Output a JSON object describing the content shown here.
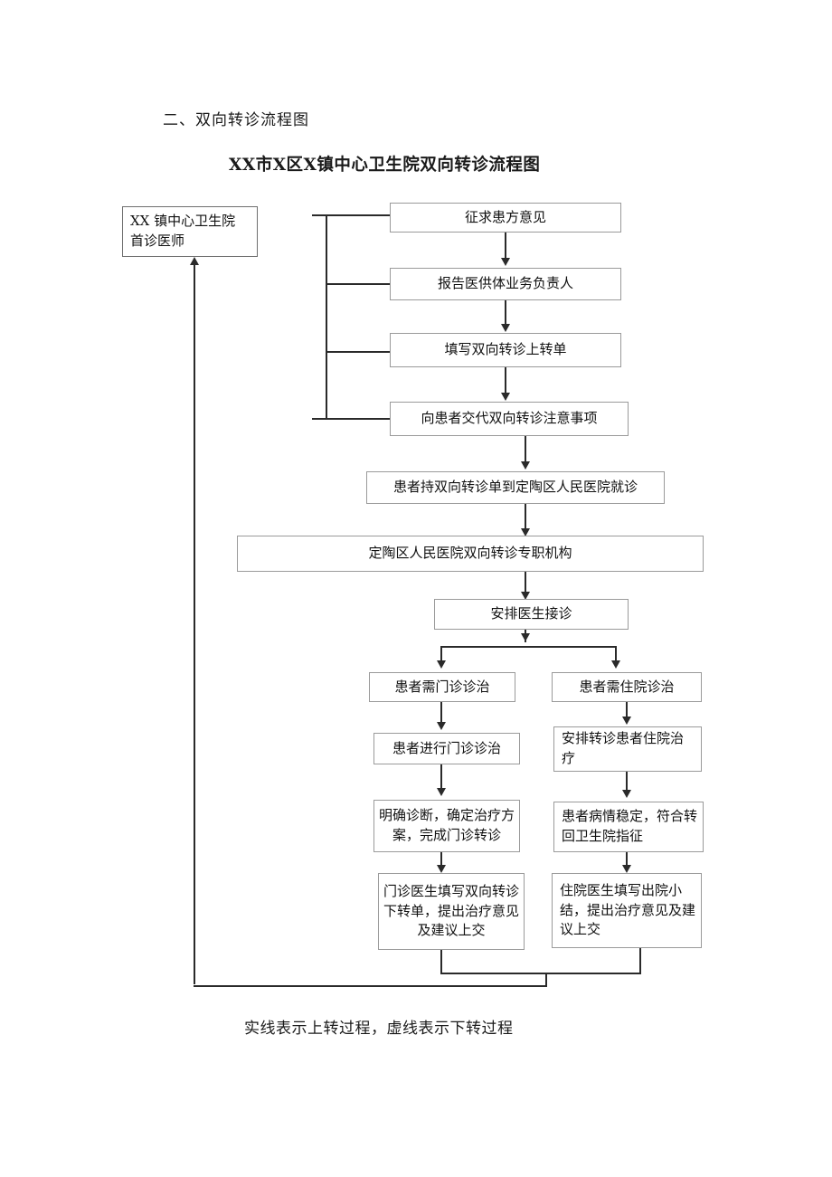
{
  "document": {
    "section_heading": "二、双向转诊流程图",
    "chart_title": "XX市X区X镇中心卫生院双向转诊流程图",
    "caption": "实线表示上转过程，虚线表示下转过程"
  },
  "flowchart": {
    "origin_node": {
      "line1": "XX 镇中心卫生院",
      "line2": "首诊医师"
    },
    "nodes": [
      {
        "id": "n1",
        "label": "征求患方意见"
      },
      {
        "id": "n2",
        "label": "报告医供体业务负责人"
      },
      {
        "id": "n3",
        "label": "填写双向转诊上转单"
      },
      {
        "id": "n4",
        "label": "向患者交代双向转诊注意事项"
      },
      {
        "id": "n5",
        "label": "患者持双向转诊单到定陶区人民医院就诊"
      },
      {
        "id": "n6",
        "label": "定陶区人民医院双向转诊专职机构"
      },
      {
        "id": "n7",
        "label": "安排医生接诊"
      },
      {
        "id": "n8",
        "label": "患者需门诊诊治"
      },
      {
        "id": "n9",
        "label": "患者需住院诊治"
      },
      {
        "id": "n10",
        "label": "患者进行门诊诊治"
      },
      {
        "id": "n11",
        "label": "安排转诊患者住院治疗"
      },
      {
        "id": "n12",
        "label": "明确诊断，确定治疗方案，完成门诊转诊"
      },
      {
        "id": "n13",
        "label": "患者病情稳定，符合转回卫生院指征"
      },
      {
        "id": "n14",
        "label": "门诊医生填写双向转诊下转单，提出治疗意见及建议上交"
      },
      {
        "id": "n15",
        "label": "住院医生填写出院小结，提出治疗意见及建议上交"
      }
    ]
  }
}
